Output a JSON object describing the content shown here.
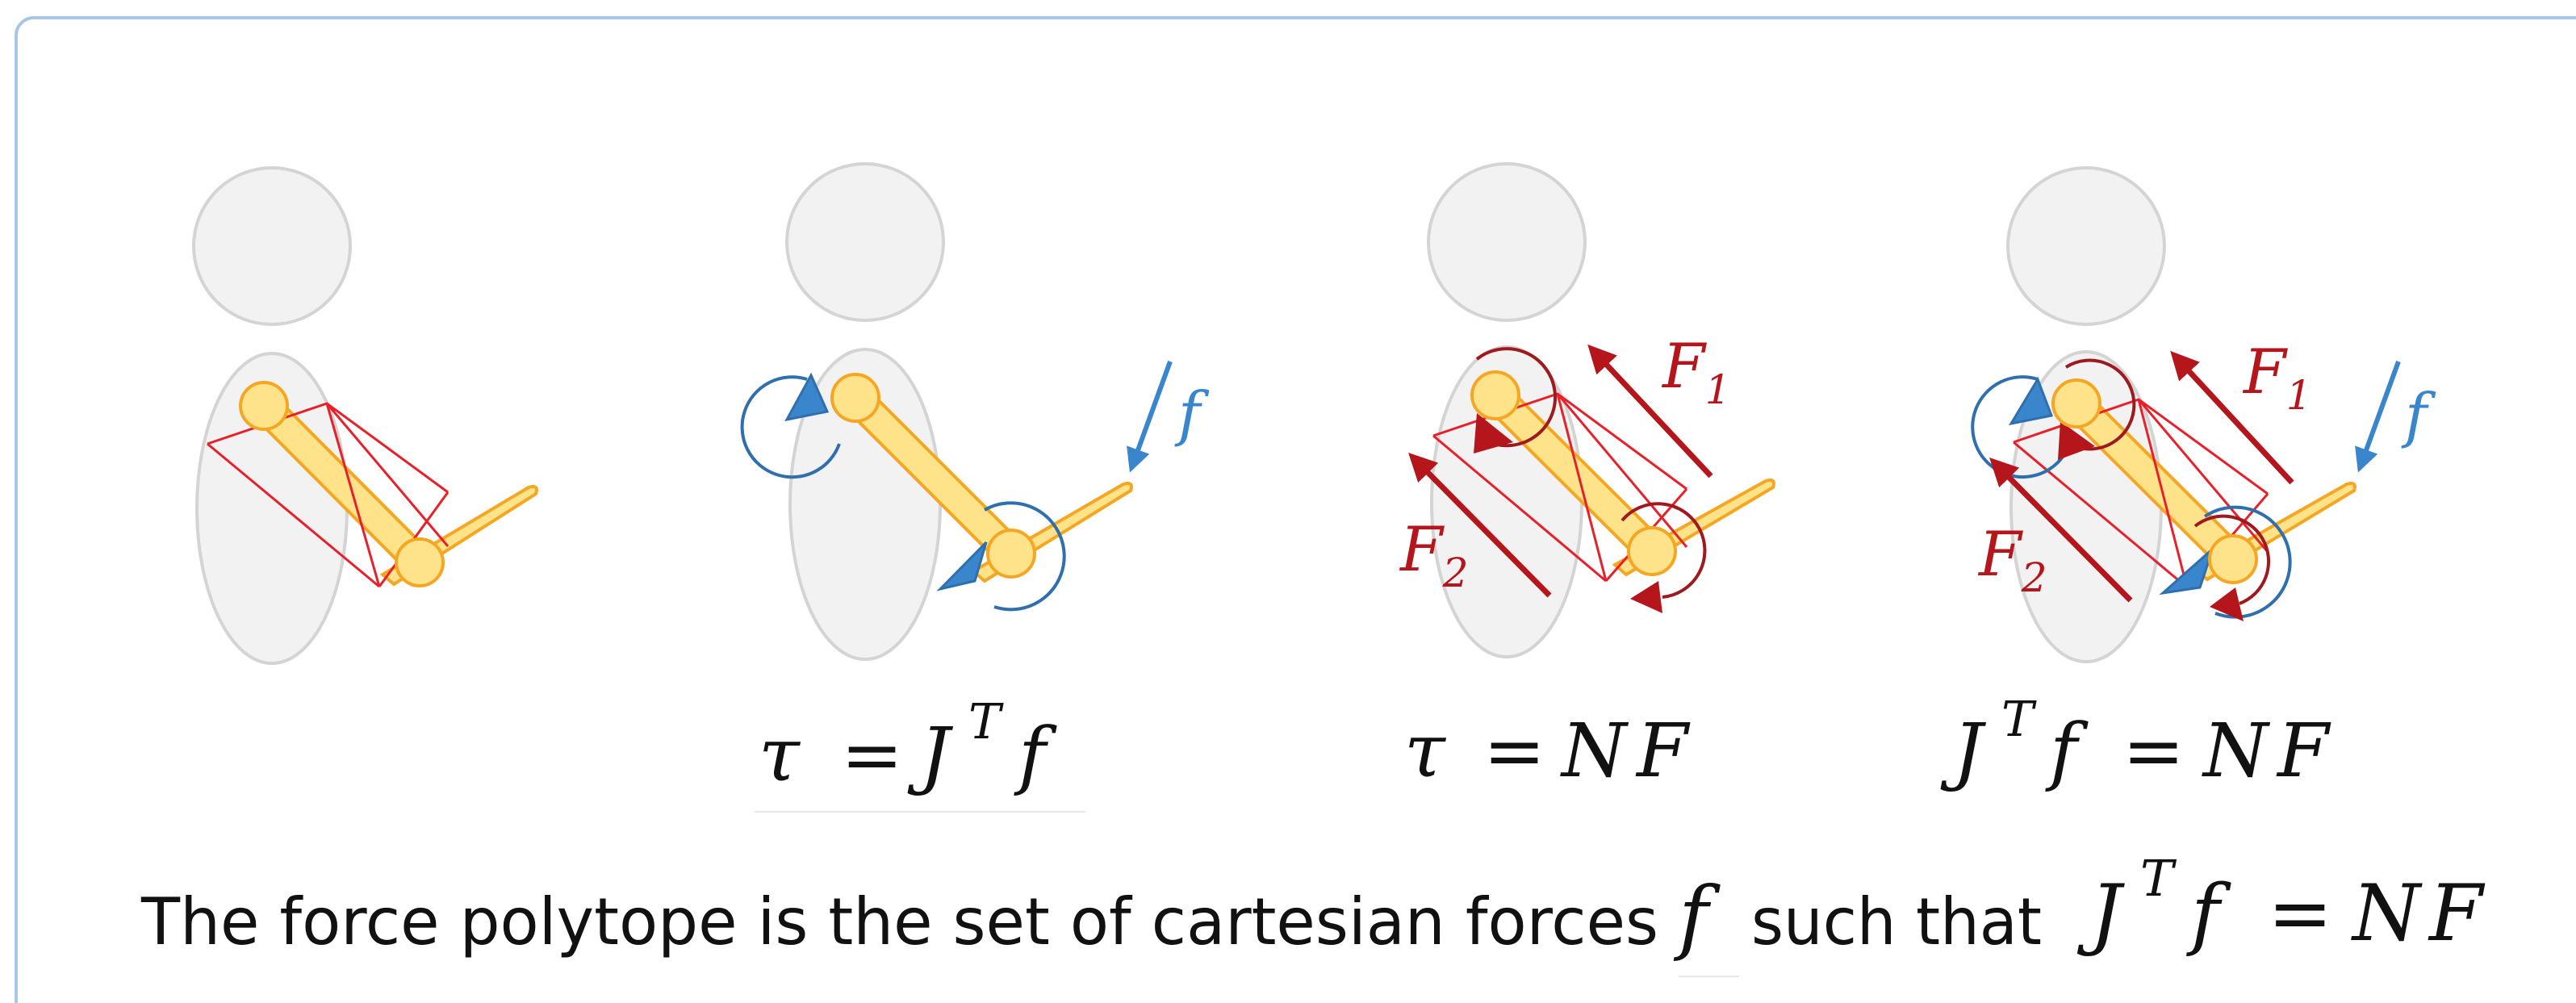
{
  "equations": {
    "panel2": {
      "tau": "τ",
      "eq": "=",
      "J": "J",
      "T": "T",
      "f": "f"
    },
    "panel3": {
      "tau": "τ",
      "eq": "=",
      "N": "N",
      "F": "F"
    },
    "panel4": {
      "J": "J",
      "T": "T",
      "f": "f",
      "eq": "=",
      "N": "N",
      "F": "F"
    }
  },
  "force_labels": {
    "f": "f",
    "F": "F",
    "sub1": "1",
    "sub2": "2"
  },
  "caption": {
    "text_before": "The force polytope is the set of cartesian forces",
    "f": "f",
    "text_after": "such that",
    "eq_J": "J",
    "eq_T": "T",
    "eq_f": "f",
    "eq_equals": "=",
    "eq_N": "N",
    "eq_F": "F"
  },
  "colors": {
    "frame": "#a9c6e6",
    "body_fill": "#f2f2f2",
    "body_stroke": "#d4d4d4",
    "limb_fill": "#ffe38a",
    "limb_stroke": "#f5a623",
    "muscle": "#e8202a",
    "torque_blue": "#2f6fae",
    "arrow_blue": "#3a86cc",
    "force_red": "#b4161b"
  }
}
